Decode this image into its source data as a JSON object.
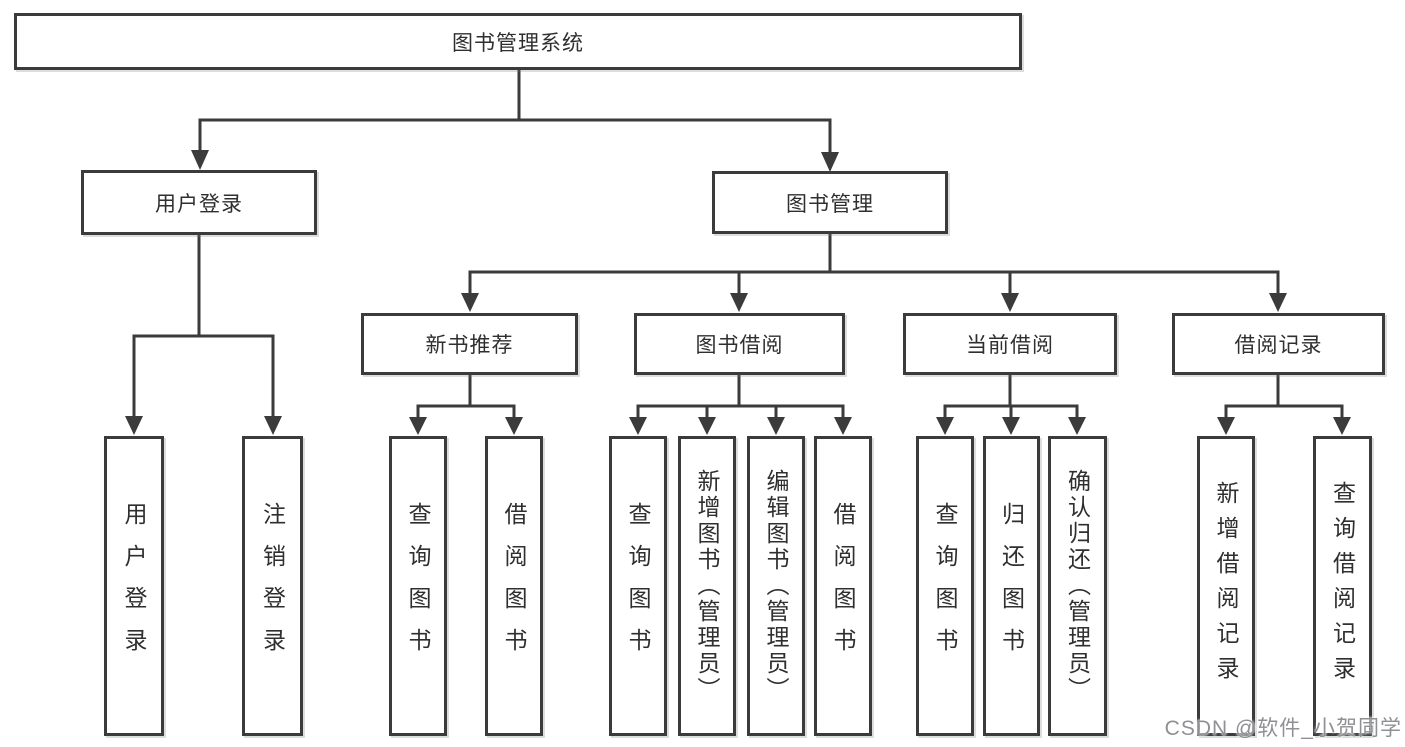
{
  "diagram": {
    "title_note": "library management system feature tree",
    "root": {
      "label": "图书管理系统"
    },
    "branches": [
      {
        "label": "用户登录",
        "leaves": [
          {
            "label": "用户登录"
          },
          {
            "label": "注销登录"
          }
        ]
      },
      {
        "label": "图书管理",
        "groups": [
          {
            "label": "新书推荐",
            "leaves": [
              {
                "label": "查询图书"
              },
              {
                "label": "借阅图书"
              }
            ]
          },
          {
            "label": "图书借阅",
            "leaves": [
              {
                "label": "查询图书"
              },
              {
                "label": "新增图书（管理员）"
              },
              {
                "label": "编辑图书（管理员）"
              },
              {
                "label": "借阅图书"
              }
            ]
          },
          {
            "label": "当前借阅",
            "leaves": [
              {
                "label": "查询图书"
              },
              {
                "label": "归还图书"
              },
              {
                "label": "确认归还（管理员）"
              }
            ]
          },
          {
            "label": "借阅记录",
            "leaves": [
              {
                "label": "新增借阅记录"
              },
              {
                "label": "查询借阅记录"
              }
            ]
          }
        ]
      }
    ]
  },
  "watermark": {
    "text": "CSDN @软件_小贺同学"
  },
  "colors": {
    "line": "#3b3b3b",
    "box_border": "#3b3b3b",
    "box_fill": "#ffffff",
    "text": "#2f2f2f",
    "watermark": "#8f9093"
  }
}
